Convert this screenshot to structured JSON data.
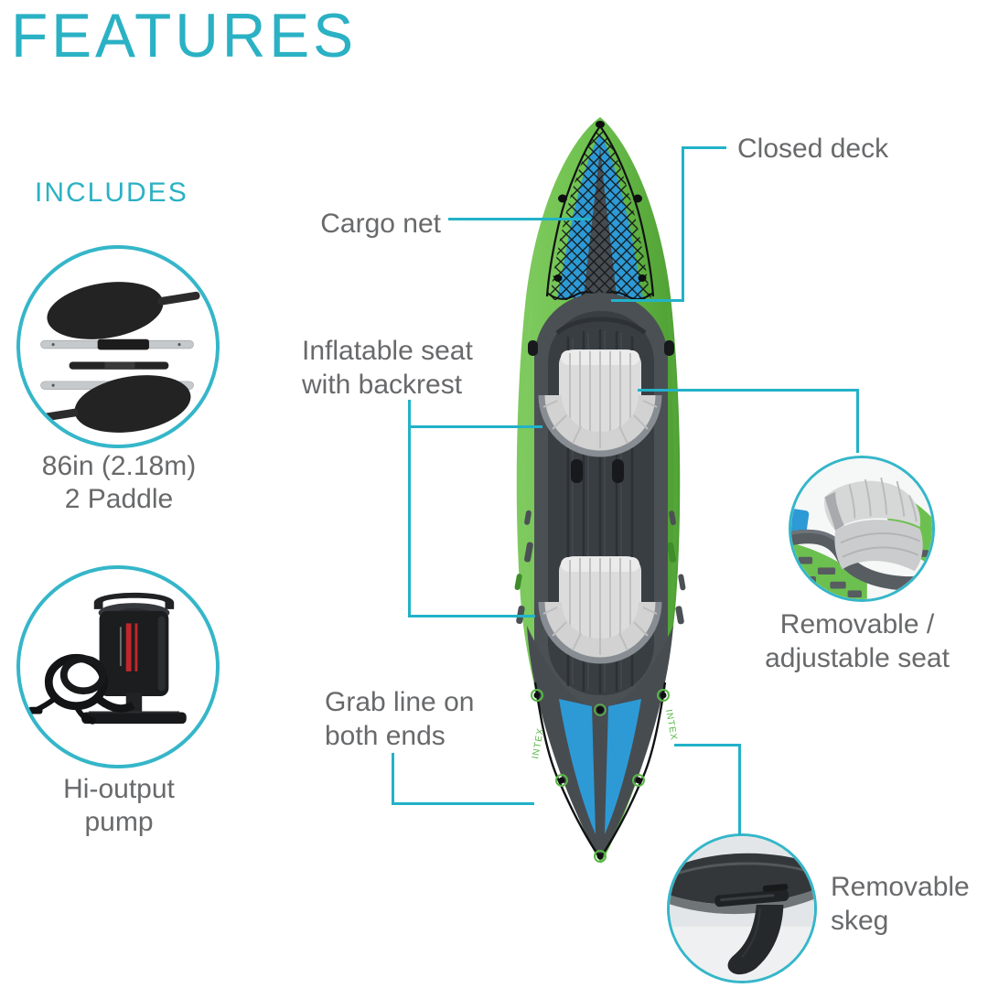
{
  "page": {
    "title": "FEATURES"
  },
  "colors": {
    "accent_teal": "#2bb1c4",
    "callout_line": "#22b2c8",
    "label_gray": "#68696b",
    "kayak_green": "#6fc24e",
    "kayak_dark_green": "#4e9e33",
    "kayak_blue": "#2d9ad6",
    "kayak_dark_gray": "#4b5055",
    "seat_gray": "#dcdcdc"
  },
  "includes": {
    "heading": "INCLUDES",
    "items": [
      {
        "name": "paddle",
        "caption": [
          "86in (2.18m)",
          "2 Paddle"
        ]
      },
      {
        "name": "pump",
        "caption": [
          "Hi-output",
          "pump"
        ]
      }
    ]
  },
  "labels": {
    "closed_deck": "Closed deck",
    "cargo_net": "Cargo net",
    "inflatable_seat": [
      "Inflatable seat",
      "with backrest"
    ],
    "grab_line": [
      "Grab line on",
      "both ends"
    ],
    "removable_seat": [
      "Removable /",
      "adjustable seat"
    ],
    "removable_skeg": [
      "Removable",
      "skeg"
    ]
  },
  "kayak": {
    "brand": "INTEX"
  }
}
